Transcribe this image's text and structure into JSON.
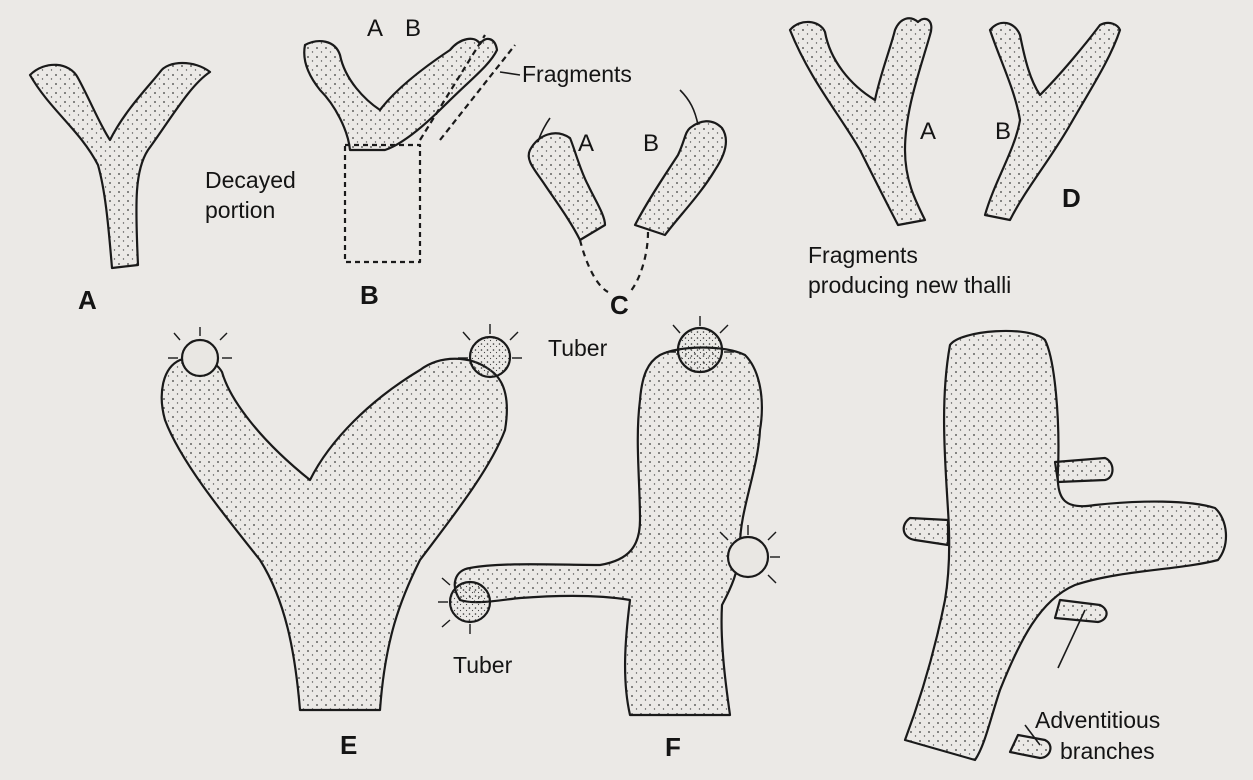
{
  "figures": {
    "A": {
      "label": "A"
    },
    "B": {
      "label": "B",
      "branch_a": "A",
      "branch_b": "B",
      "note": "Decayed",
      "note2": "portion"
    },
    "C": {
      "label": "C",
      "frag_a": "A",
      "frag_b": "B"
    },
    "D": {
      "label": "D",
      "branch_a": "A",
      "branch_b": "B"
    },
    "E": {
      "label": "E"
    },
    "F": {
      "label": "F"
    }
  },
  "annotations": {
    "fragments": "Fragments",
    "fragments_new_1": "Fragments",
    "fragments_new_2": "producing new thalli",
    "tuber_top": "Tuber",
    "tuber_left": "Tuber",
    "adventitious_1": "Adventitious",
    "adventitious_2": "branches"
  },
  "colors": {
    "background": "#ebe9e6",
    "ink": "#1a1a1a",
    "thallus_fill": "#e9e7e3"
  }
}
